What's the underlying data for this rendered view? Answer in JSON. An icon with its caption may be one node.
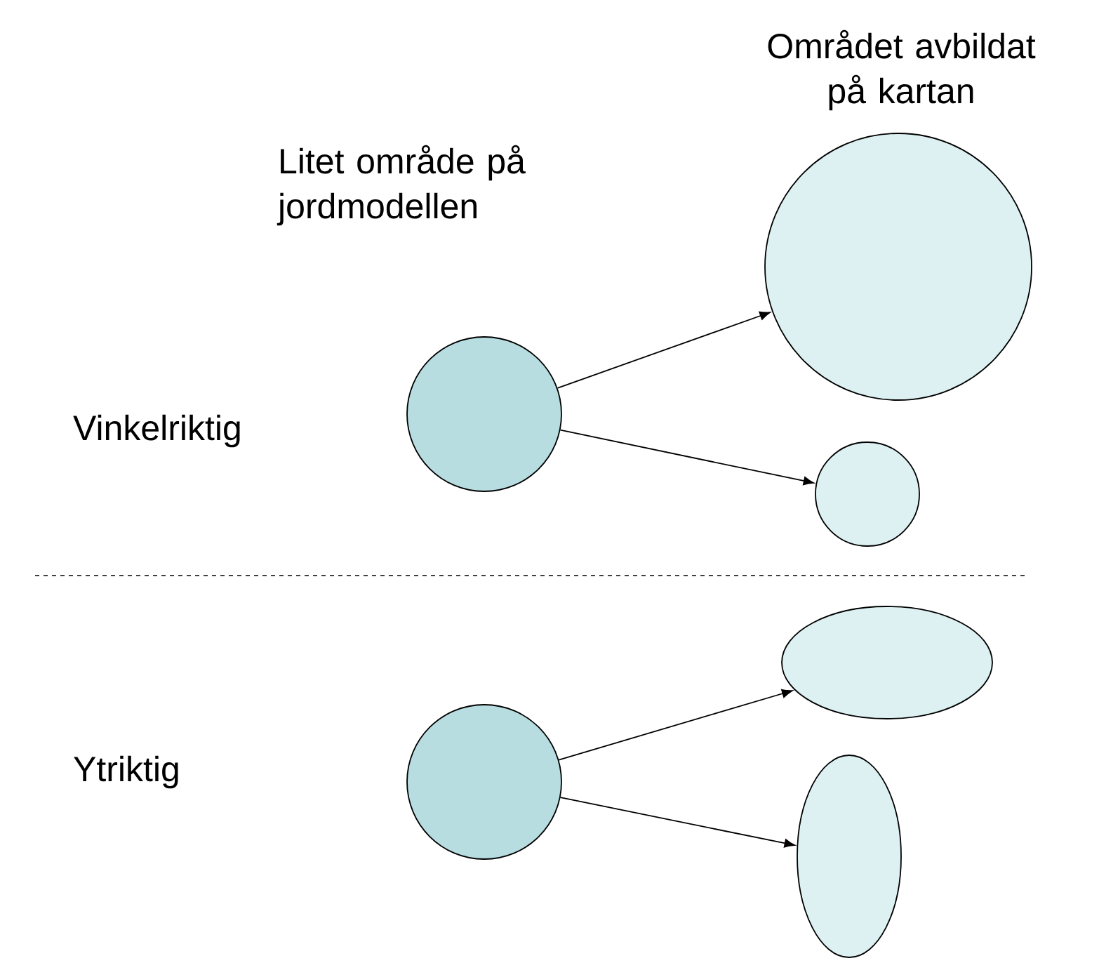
{
  "diagram": {
    "nodes": [
      {
        "text": [],
        "shape": "circle"
      },
      {
        "text": [],
        "shape": "circle"
      },
      {
        "text": [],
        "shape": "circle"
      },
      {
        "text": [],
        "shape": "circle"
      },
      {
        "text": [],
        "shape": "ellipse"
      },
      {
        "text": [],
        "shape": "ellipse"
      }
    ],
    "edges": [
      {
        "from": 0,
        "to": 1,
        "arrow": "to"
      },
      {
        "from": 0,
        "to": 2,
        "arrow": "to"
      },
      {
        "from": 3,
        "to": 4,
        "arrow": "to"
      },
      {
        "from": 3,
        "to": 5,
        "arrow": "to"
      }
    ],
    "labels": [
      "Området avbildat på kartan",
      "Litet område på jordmodellen",
      "Vinkelriktig",
      "Ytriktig"
    ]
  }
}
